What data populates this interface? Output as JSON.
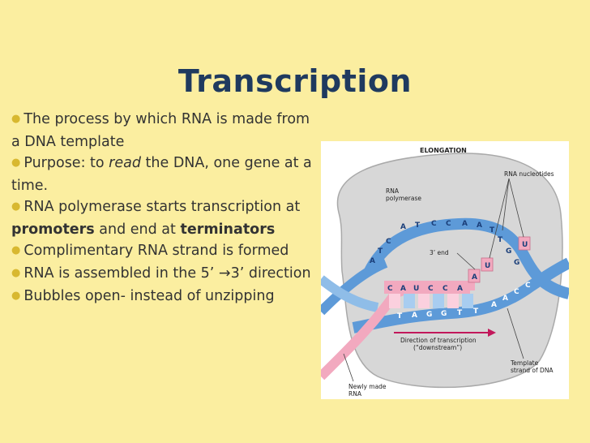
{
  "slide": {
    "title": "Transcription",
    "bullets": [
      {
        "text": "The process by which RNA is made from a DNA template"
      },
      {
        "before": "Purpose: to ",
        "italic": "read",
        "after": " the DNA, one gene at a time."
      },
      {
        "before": "RNA polymerase starts transcription at ",
        "bold1": "promoters",
        "middle": " and end at ",
        "bold2": "terminators"
      },
      {
        "text": "Complimentary RNA strand is formed"
      },
      {
        "before": "RNA is assembled in the 5’ ",
        "arrow": "→",
        "after": "3’ direction"
      },
      {
        "text": "Bubbles open- instead of unzipping"
      }
    ]
  },
  "figure": {
    "heading": "ELONGATION",
    "labels": {
      "rna_nucleotides": "RNA nucleotides",
      "rna_polymerase_1": "RNA",
      "rna_polymerase_2": "polymerase",
      "three_prime_end": "3’ end",
      "direction_1": "Direction of transcription",
      "direction_2": "(“downstream”)",
      "template_1": "Template",
      "template_2": "strand of DNA",
      "newly_made_1": "Newly made",
      "newly_made_2": "RNA"
    },
    "top_bases": [
      "A",
      "T",
      "C",
      "C",
      "A",
      "A"
    ],
    "top_left_bases": [
      "A",
      "T",
      "C"
    ],
    "top_right_bases": [
      "T",
      "T",
      "G",
      "G"
    ],
    "rna_bases": [
      "C",
      "A",
      "U",
      "C",
      "C",
      "A"
    ],
    "template_bases": [
      "T",
      "A",
      "G",
      "G",
      "T",
      "T"
    ],
    "template_right_bases": [
      "A",
      "A",
      "C",
      "C"
    ],
    "free_nucleotides": [
      "U",
      "U",
      "A"
    ],
    "colors": {
      "background": "#fbeea0",
      "title": "#1f3a5f",
      "bullet_dot": "#d8b830",
      "dna_blue": "#5d9ad8",
      "rna_pink": "#f2a9bf",
      "polymerase_gray": "#d7d7d7"
    }
  }
}
